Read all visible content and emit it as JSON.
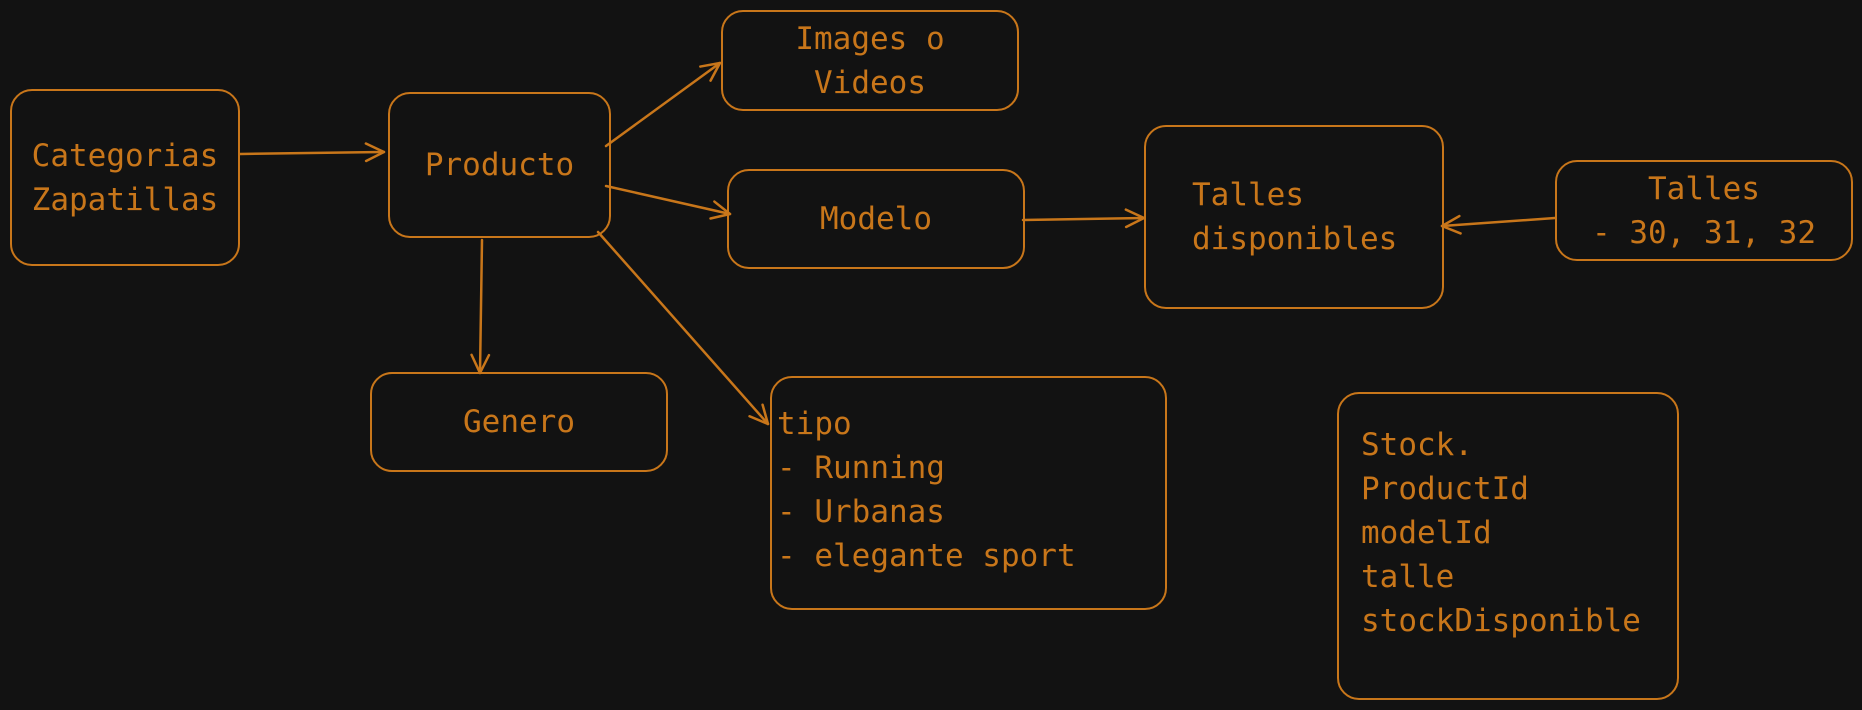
{
  "diagram": {
    "stroke_color": "#c8761a",
    "background_color": "#121212",
    "nodes": {
      "categorias": {
        "lines": [
          "Categorias",
          "Zapatillas"
        ]
      },
      "producto": {
        "lines": [
          "Producto"
        ]
      },
      "images": {
        "lines": [
          "Images o",
          "Videos"
        ]
      },
      "modelo": {
        "lines": [
          "Modelo"
        ]
      },
      "talles_disponibles": {
        "lines": [
          "Talles",
          "disponibles"
        ]
      },
      "talles": {
        "lines": [
          "Talles",
          "- 30, 31, 32"
        ]
      },
      "genero": {
        "lines": [
          "Genero"
        ]
      },
      "tipo": {
        "lines": [
          "tipo",
          "- Running",
          "- Urbanas",
          "- elegante sport"
        ]
      },
      "stock": {
        "lines": [
          "Stock.",
          "ProductId",
          "modelId",
          "talle",
          "stockDisponible"
        ]
      }
    },
    "edges": [
      {
        "from": "categorias",
        "to": "producto"
      },
      {
        "from": "producto",
        "to": "images"
      },
      {
        "from": "producto",
        "to": "modelo"
      },
      {
        "from": "producto",
        "to": "genero"
      },
      {
        "from": "producto",
        "to": "tipo"
      },
      {
        "from": "modelo",
        "to": "talles_disponibles"
      },
      {
        "from": "talles",
        "to": "talles_disponibles"
      }
    ]
  }
}
